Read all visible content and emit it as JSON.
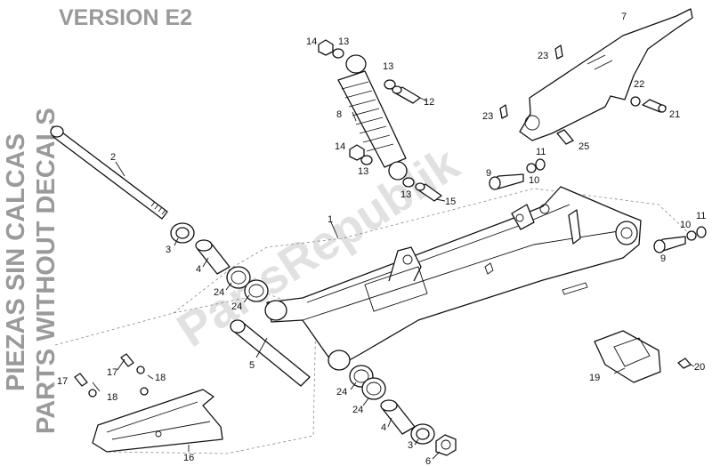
{
  "header": {
    "version_title": "VERSION E2"
  },
  "side_labels": {
    "line1": "PIEZAS SIN CALCAS",
    "line2": "PARTS WITHOUT DECALS"
  },
  "watermark": "PartsRepublik",
  "callouts": {
    "c1": "1",
    "c2": "2",
    "c3a": "3",
    "c3b": "3",
    "c4a": "4",
    "c4b": "4",
    "c5": "5",
    "c6": "6",
    "c7": "7",
    "c8": "8",
    "c9a": "9",
    "c9b": "9",
    "c10a": "10",
    "c10b": "10",
    "c11a": "11",
    "c11b": "11",
    "c12": "12",
    "c13a": "13",
    "c13b": "13",
    "c13c": "13",
    "c13d": "13",
    "c14a": "14",
    "c14b": "14",
    "c15": "15",
    "c16": "16",
    "c17a": "17",
    "c17b": "17",
    "c18a": "18",
    "c18b": "18",
    "c19": "19",
    "c20": "20",
    "c21": "21",
    "c22": "22",
    "c23a": "23",
    "c23b": "23",
    "c24a": "24",
    "c24b": "24",
    "c24c": "24",
    "c24d": "24",
    "c25": "25"
  }
}
